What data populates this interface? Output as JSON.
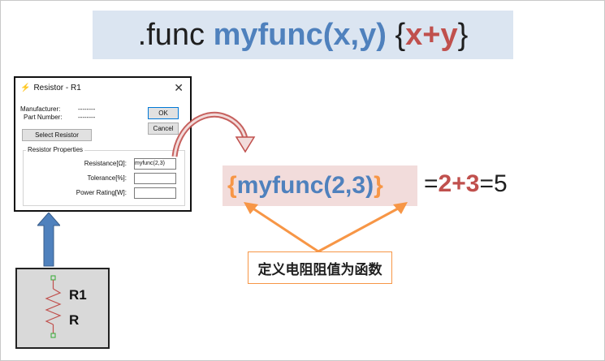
{
  "title": {
    "func_keyword": ".func",
    "func_name": "myfunc(x,y)",
    "brace_open": "{",
    "x": "x",
    "plus": "+",
    "y": "y",
    "brace_close": "}"
  },
  "dialog": {
    "title": "Resistor - R1",
    "close": "✕",
    "manufacturer_label": "Manufacturer:",
    "manufacturer_value": "--------",
    "part_number_label": "Part Number:",
    "part_number_value": "--------",
    "ok_label": "OK",
    "cancel_label": "Cancel",
    "select_resistor_label": "Select Resistor",
    "group_label": "Resistor Properties",
    "resistance_label": "Resistance[Ω]:",
    "resistance_value": "myfunc(2,3)",
    "tolerance_label": "Tolerance[%]:",
    "tolerance_value": "",
    "power_rating_label": "Power Rating[W]:",
    "power_rating_value": ""
  },
  "schematic": {
    "ref": "R1",
    "value": "R"
  },
  "expression": {
    "brace_open": "{",
    "call": "myfunc(2,3)",
    "brace_close": "}",
    "eq1": "=",
    "a": "2",
    "plus": "+",
    "b": "3",
    "eq2": "=",
    "result": "5"
  },
  "caption": "定义电阻阻值为函数",
  "colors": {
    "blue": "#4f81bd",
    "red": "#c0504d",
    "orange": "#f79646",
    "title_bg": "#dbe5f1",
    "expr_bg": "#f2dcdb"
  }
}
